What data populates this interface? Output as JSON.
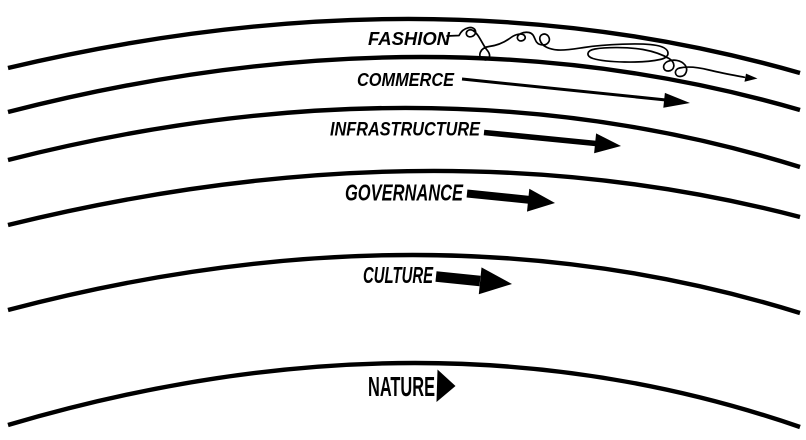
{
  "diagram": {
    "type": "pace-layers-diagram",
    "background_color": "#ffffff",
    "ink_color": "#000000",
    "layers": [
      {
        "label": "FASHION",
        "arrow_icon": "tangled-squiggle-arrow",
        "arrow_note": "thin chaotic looping line, fastest layer"
      },
      {
        "label": "COMMERCE",
        "arrow_icon": "long-thin-arrow",
        "arrow_note": "longest straight arrow, thin shaft"
      },
      {
        "label": "INFRASTRUCTURE",
        "arrow_icon": "medium-arrow",
        "arrow_note": "medium length, medium thickness"
      },
      {
        "label": "GOVERNANCE",
        "arrow_icon": "short-thick-arrow",
        "arrow_note": "shorter and thicker"
      },
      {
        "label": "CULTURE",
        "arrow_icon": "very-short-extra-thick-arrow",
        "arrow_note": "very short, very thick"
      },
      {
        "label": "NATURE",
        "arrow_icon": "arrowhead-only",
        "arrow_note": "tall arrowhead with no shaft, slowest layer"
      }
    ]
  }
}
